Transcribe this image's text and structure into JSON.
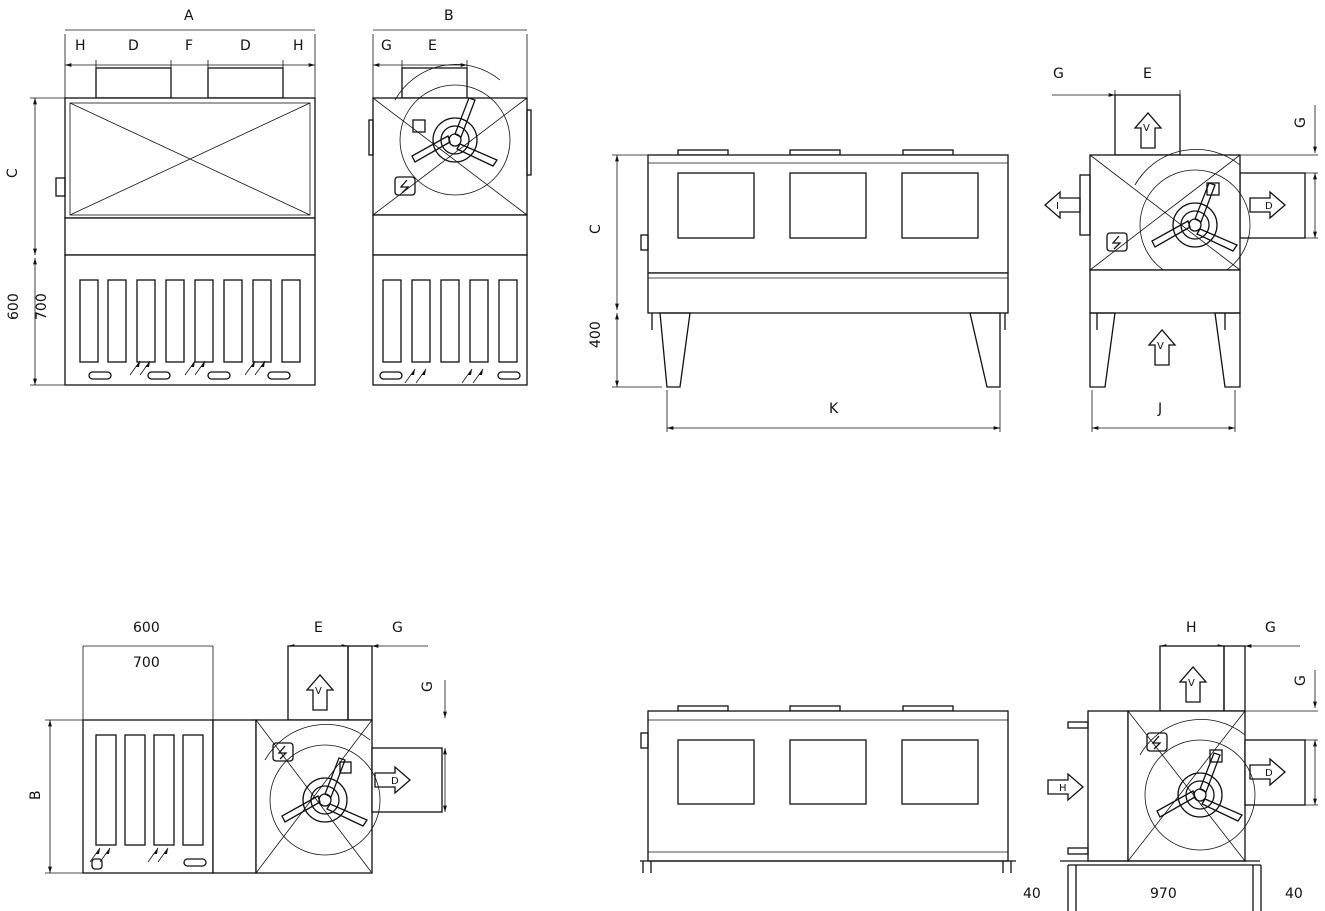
{
  "labels": {
    "A": "A",
    "B": "B",
    "C": "C",
    "D": "D",
    "E": "E",
    "F": "F",
    "G": "G",
    "H": "H",
    "J": "J",
    "K": "K",
    "V": "V",
    "I": "I"
  },
  "dims": {
    "d600": "600",
    "d700": "700",
    "d400": "400",
    "d40": "40",
    "d970": "970"
  },
  "colors": {
    "line": "#111111",
    "background": "#ffffff"
  },
  "icons": [
    "fan-icon",
    "electrical-icon",
    "filter-icon",
    "airflow-arrow-icon"
  ]
}
